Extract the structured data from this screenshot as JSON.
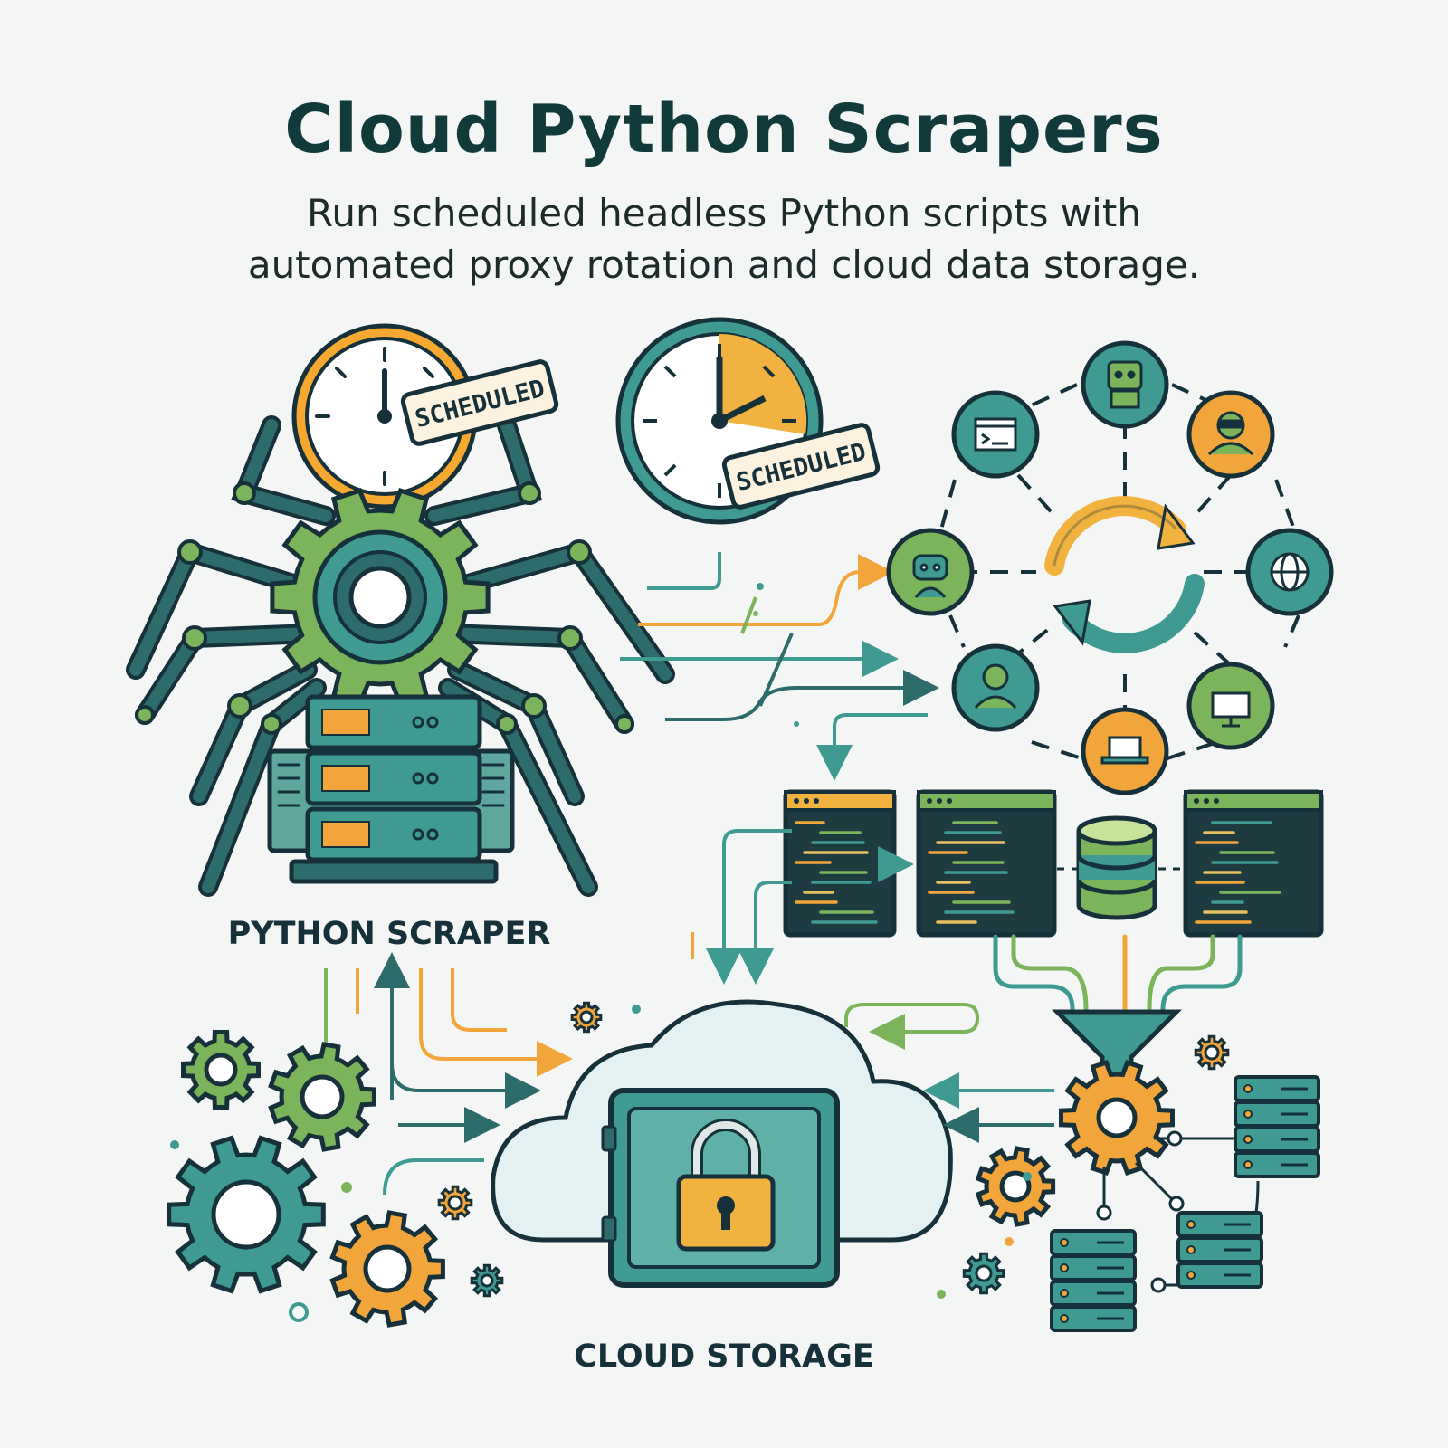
{
  "header": {
    "title": "Cloud Python Scrapers",
    "subtitle_line1": "Run scheduled headless Python scripts with",
    "subtitle_line2": "automated proxy rotation and cloud data storage."
  },
  "labels": {
    "scraper": "PYTHON SCRAPER",
    "storage": "CLOUD STORAGE",
    "scheduled_tag": "SCHEDULED"
  },
  "colors": {
    "dark_teal": "#2e6b6b",
    "teal": "#3f9a92",
    "green": "#7bb45a",
    "orange": "#f2a53a",
    "navy": "#16313a",
    "code_bg": "#1e3b40"
  }
}
